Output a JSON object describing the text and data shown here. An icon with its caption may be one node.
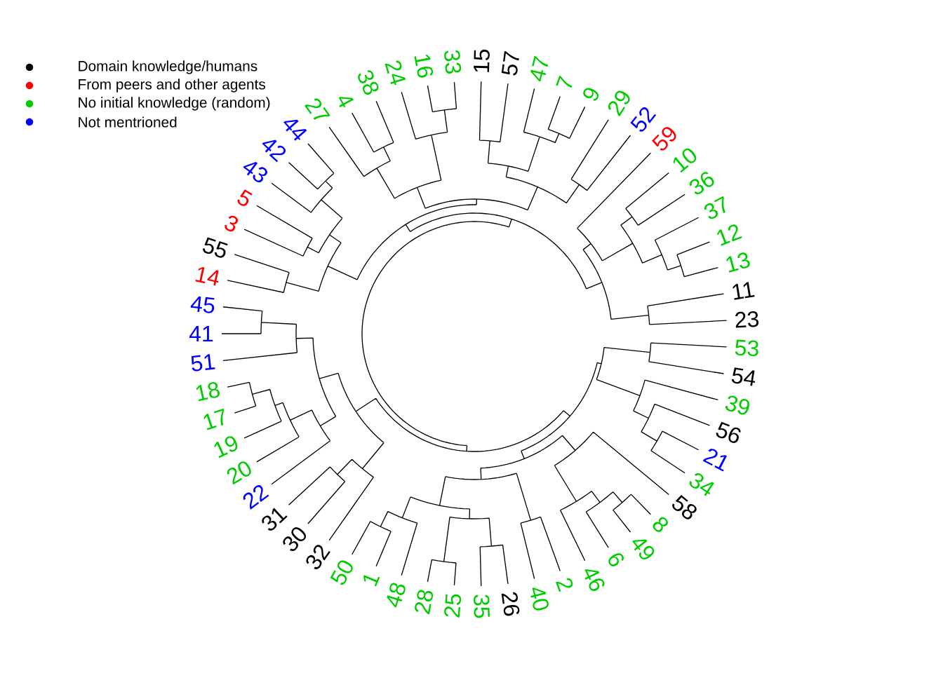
{
  "diagram": {
    "labels": [
      "23",
      "11",
      "13",
      "12",
      "37",
      "36",
      "10",
      "59",
      "52",
      "29",
      "9",
      "7",
      "47",
      "57",
      "15",
      "33",
      "16",
      "24",
      "38",
      "4",
      "27",
      "44",
      "42",
      "43",
      "5",
      "3",
      "55",
      "14",
      "45",
      "41",
      "51",
      "18",
      "17",
      "19",
      "20",
      "22",
      "31",
      "30",
      "32",
      "50",
      "1",
      "48",
      "28",
      "25",
      "35",
      "26",
      "40",
      "2",
      "46",
      "6",
      "49",
      "8",
      "58",
      "34",
      "21",
      "56",
      "39",
      "54",
      "53"
    ],
    "legend": [
      {
        "text": "Domain knowledge/humans",
        "color": "#000000"
      },
      {
        "text": "From peers and other agents",
        "color": "#ff0000"
      },
      {
        "text": "No initial knowledge (random)",
        "color": "#00cd00"
      },
      {
        "text": "Not mentrioned",
        "color": "#0000ff"
      }
    ]
  }
}
